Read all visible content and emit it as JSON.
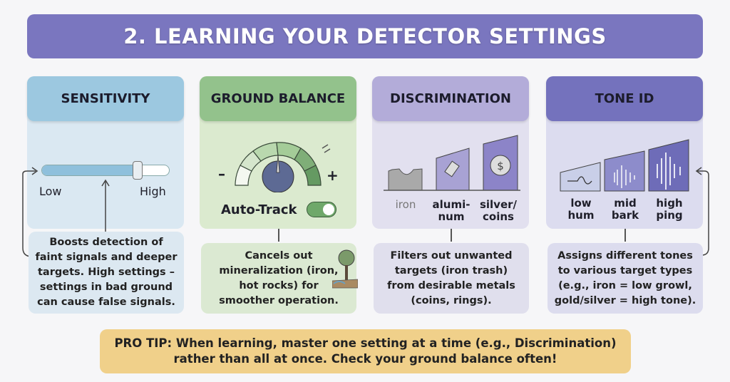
{
  "title": "2. LEARNING YOUR DETECTOR SETTINGS",
  "colors": {
    "title": "#7a76bf",
    "sensitivity": "#9cc8e0",
    "ground_balance": "#93c28c",
    "discrimination": "#b3acd9",
    "tone_id": "#7472bd",
    "pro_tip": "#f0d08a"
  },
  "sensitivity": {
    "header": "SENSITIVITY",
    "slider_level": 0.75,
    "low_label": "Low",
    "high_label": "High",
    "description": "Boosts detection of\nfaint signals and deeper\ntargets. High settings –\nsettings in bad ground\ncan cause false signals."
  },
  "ground_balance": {
    "header": "GROUND BALANCE",
    "minus": "–",
    "plus": "+",
    "auto_track_label": "Auto-Track",
    "auto_track_on": true,
    "description": "Cancels out\nmineralization (iron,\nhot rocks) for\nsmoother operation."
  },
  "discrimination": {
    "header": "DISCRIMINATION",
    "targets": [
      {
        "label": "iron"
      },
      {
        "label": "alumi-\nnum"
      },
      {
        "label": "silver/\ncoins"
      }
    ],
    "description": "Filters out unwanted\ntargets (iron trash)\nfrom desirable metals\n(coins, rings)."
  },
  "tone_id": {
    "header": "TONE ID",
    "tones": [
      {
        "label": "low\nhum"
      },
      {
        "label": "mid\nbark"
      },
      {
        "label": "high\nping"
      }
    ],
    "description": "Assigns different tones\nto various target types\n(e.g., iron = low growl,\ngold/silver = high tone)."
  },
  "pro_tip": {
    "label": "PRO TIP:",
    "text_line1": " When learning, master one setting at a time (e.g., Discrimination)",
    "text_line2": "rather than all at once. Check your ground balance often!"
  }
}
